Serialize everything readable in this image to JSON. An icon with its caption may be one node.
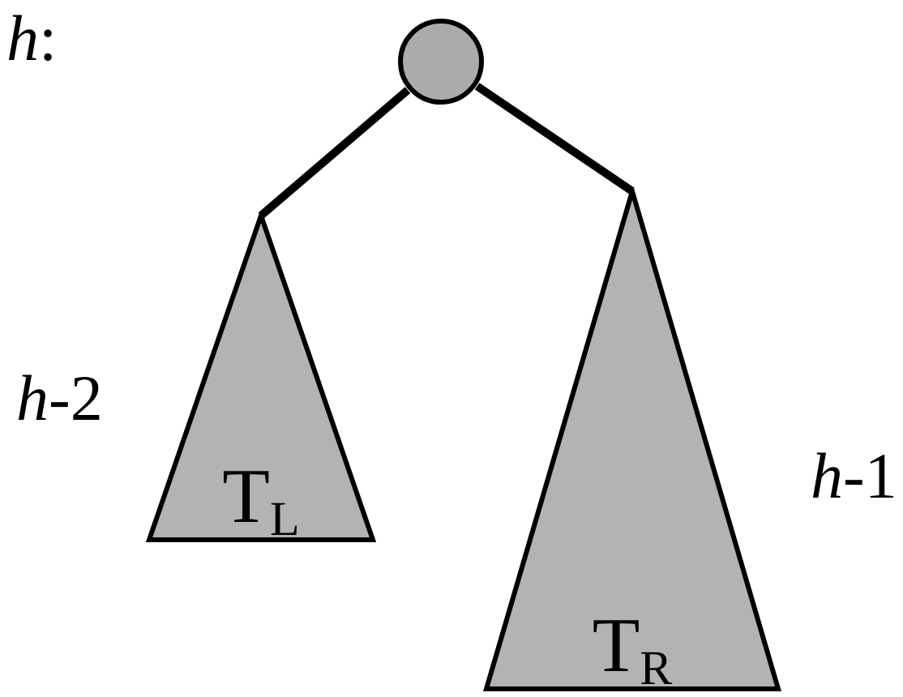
{
  "diagram": {
    "nodes": [
      {
        "text": [],
        "shape": "circle"
      },
      {
        "text": [
          "T$_{L}$"
        ],
        "beside": [
          "*h*-2"
        ]
      },
      {
        "text": [
          "T$_{R}$"
        ],
        "beside": [
          "*h*-1"
        ]
      }
    ],
    "edges": [
      {
        "from": 0,
        "to": 1,
        "arrow": "none"
      },
      {
        "from": 0,
        "to": 2,
        "arrow": "none"
      }
    ],
    "labels": [
      "*h*:"
    ]
  }
}
